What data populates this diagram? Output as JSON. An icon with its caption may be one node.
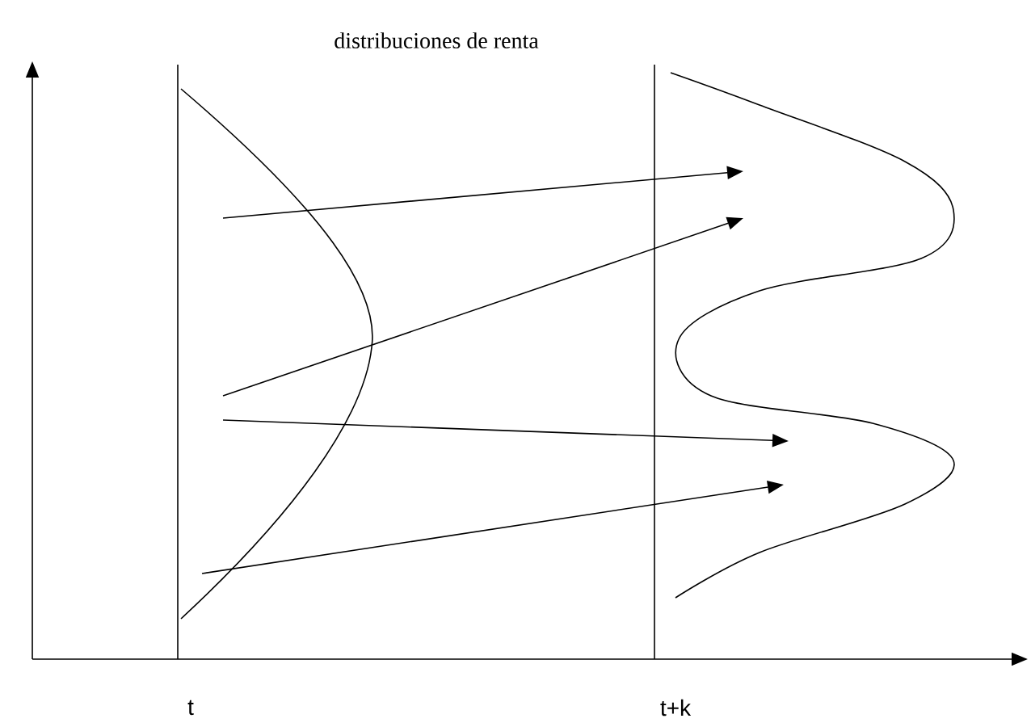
{
  "diagram": {
    "title": "distribuciones de renta",
    "labels": [
      "t",
      "t+k"
    ]
  }
}
